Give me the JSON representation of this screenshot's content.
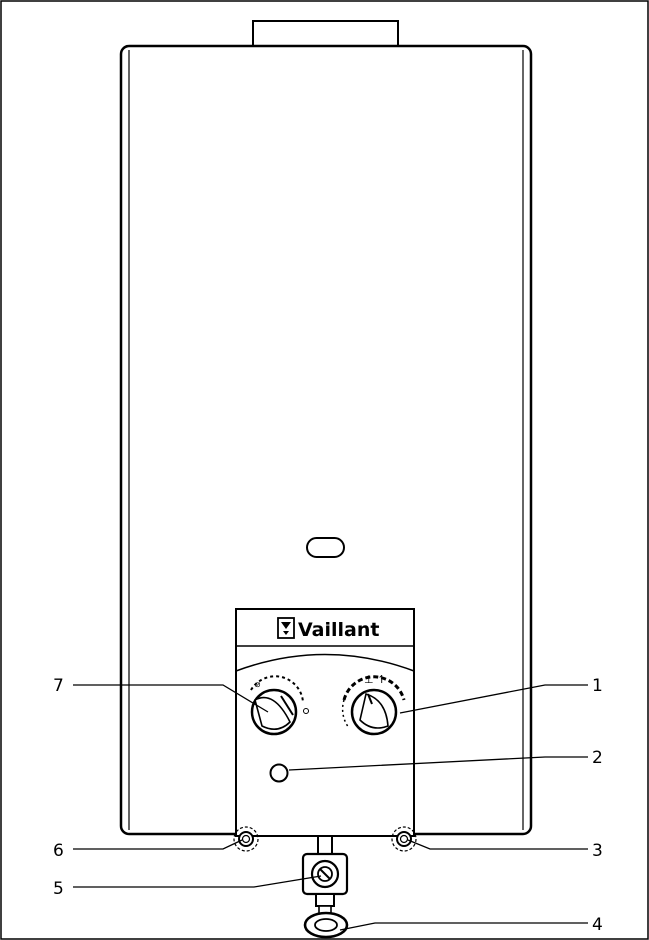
{
  "brand": {
    "name": "Vaillant",
    "logo": "vaillant-rabbit-logo"
  },
  "callouts": [
    {
      "id": "1",
      "label": "1",
      "part": "temperature-knob"
    },
    {
      "id": "2",
      "label": "2",
      "part": "flame-window"
    },
    {
      "id": "3",
      "label": "3",
      "part": "water-connection-right"
    },
    {
      "id": "4",
      "label": "4",
      "part": "water-inlet-valve"
    },
    {
      "id": "5",
      "label": "5",
      "part": "gas-connection"
    },
    {
      "id": "6",
      "label": "6",
      "part": "water-connection-left"
    },
    {
      "id": "7",
      "label": "7",
      "part": "power-knob"
    }
  ],
  "colors": {
    "stroke": "#000000",
    "panel": "#ffffff",
    "shade": "#d9d9d9"
  }
}
